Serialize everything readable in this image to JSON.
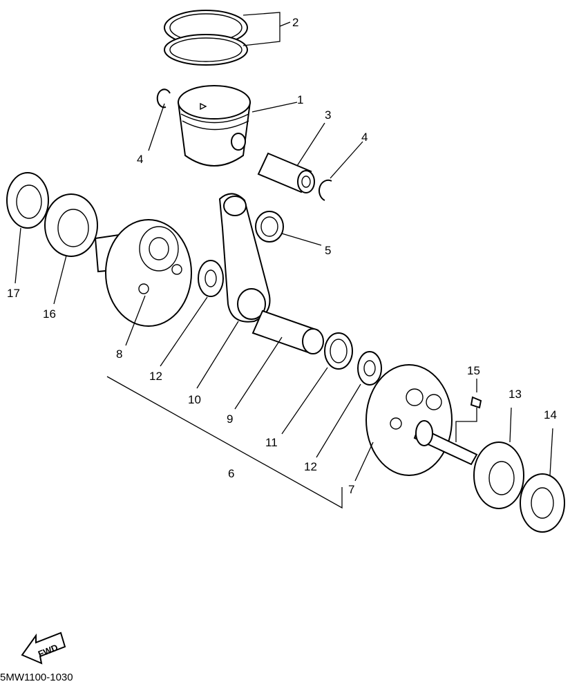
{
  "diagram": {
    "callouts": [
      "1",
      "2",
      "3",
      "4",
      "4",
      "5",
      "6",
      "7",
      "8",
      "9",
      "10",
      "11",
      "12",
      "12",
      "13",
      "14",
      "15",
      "16",
      "17"
    ],
    "fwd_label": "FWD",
    "figure_code": "5MW1100-1030"
  }
}
